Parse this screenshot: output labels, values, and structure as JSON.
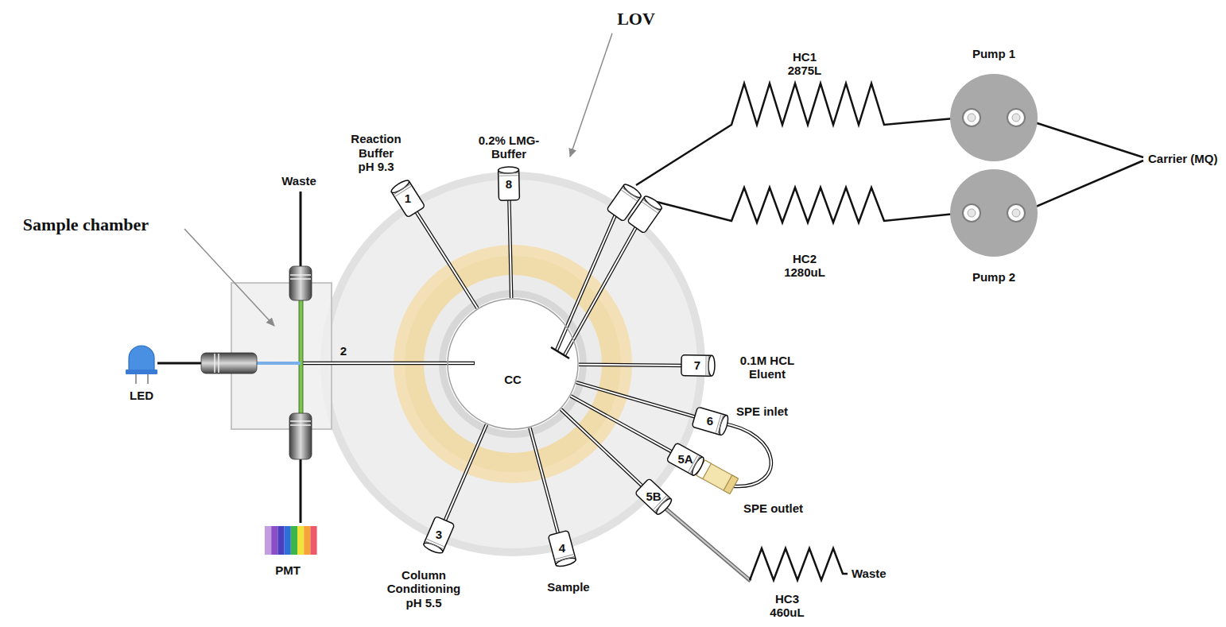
{
  "diagram": {
    "nodes": [
      {
        "text": [
          "CC"
        ]
      },
      {
        "text": [
          "1",
          "Reaction Buffer pH 9.3"
        ]
      },
      {
        "text": [
          "8",
          "0.2% LMG- Buffer"
        ]
      },
      {
        "text": [
          "7",
          "0.1M HCL Eluent"
        ]
      },
      {
        "text": [
          "6",
          "SPE inlet"
        ]
      },
      {
        "text": [
          "5A"
        ]
      },
      {
        "text": [
          "5B"
        ]
      },
      {
        "text": [
          "4",
          "Sample"
        ]
      },
      {
        "text": [
          "3",
          "Column Conditioning pH 5.5"
        ]
      },
      {
        "text": [
          "Pump 1"
        ]
      },
      {
        "text": [
          "Pump 2"
        ]
      }
    ],
    "edges": [
      {
        "from": 1,
        "to": 0,
        "arrow": "none"
      },
      {
        "from": 2,
        "to": 0,
        "arrow": "none"
      },
      {
        "from": 3,
        "to": 0,
        "arrow": "none"
      },
      {
        "from": 4,
        "to": 0,
        "arrow": "none"
      },
      {
        "from": 5,
        "to": 0,
        "arrow": "none"
      },
      {
        "from": 6,
        "to": 0,
        "arrow": "none"
      },
      {
        "from": 7,
        "to": 0,
        "arrow": "none"
      },
      {
        "from": 8,
        "to": 0,
        "arrow": "none"
      },
      {
        "from": 4,
        "to": 5,
        "arrow": "none"
      }
    ],
    "labels": [
      "LOV",
      "Sample chamber",
      "Waste",
      "2",
      "LED",
      "PMT",
      "HC1 2875L",
      "HC2 1280uL",
      "Carrier (MQ)",
      "SPE outlet",
      "HC3 460uL",
      "Waste"
    ]
  }
}
